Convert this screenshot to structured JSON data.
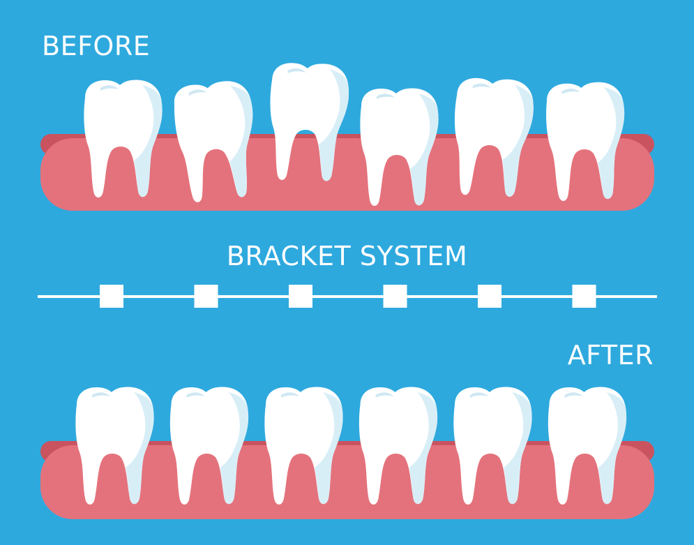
{
  "labels": {
    "before": "BEFORE",
    "bracket_system": "BRACKET SYSTEM",
    "after": "AFTER"
  },
  "colors": {
    "background": "#2ea9de",
    "gum": "#e4727c",
    "gum_edge": "#c9535f",
    "tooth": "#ffffff",
    "tooth_shade": "#d8eef7",
    "wire": "#ffffff"
  },
  "before_row": {
    "tooth_count": 6
  },
  "after_row": {
    "tooth_count": 6
  },
  "bracket_row": {
    "bracket_count": 6
  }
}
